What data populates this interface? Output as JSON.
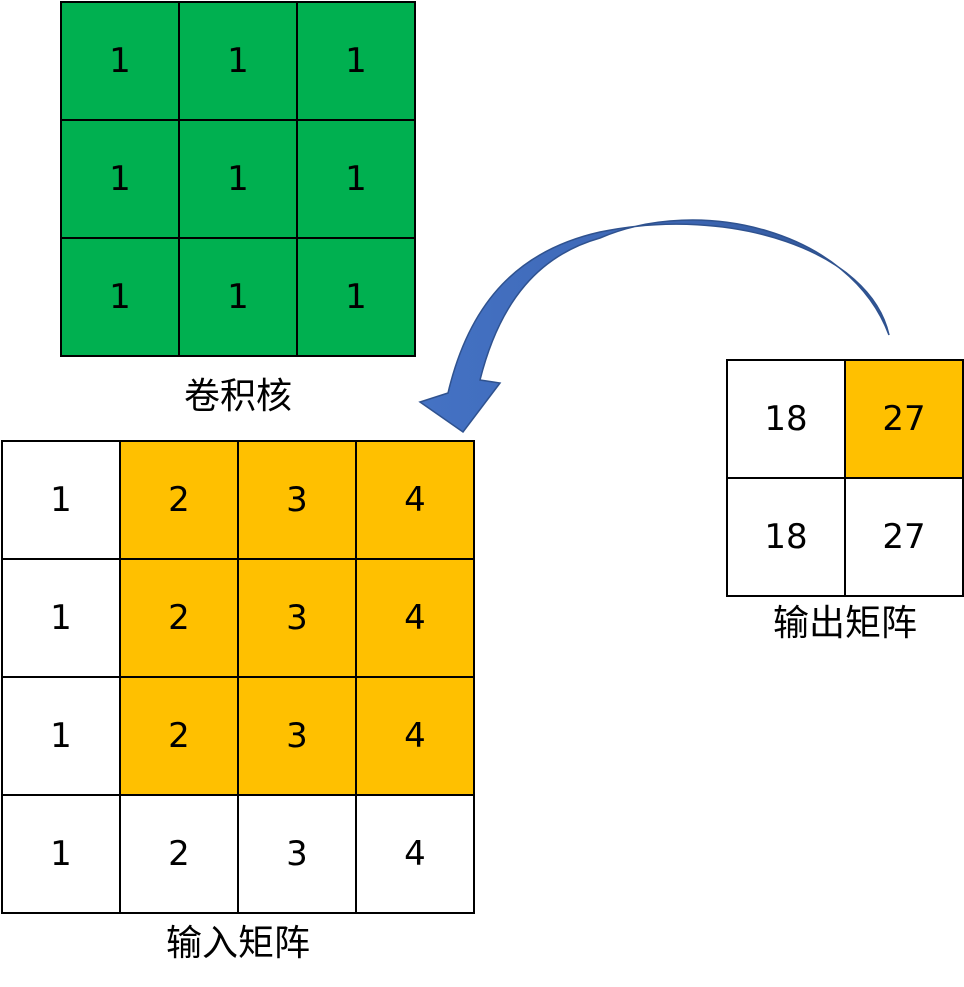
{
  "kernel": {
    "caption": "卷积核",
    "rows": [
      [
        "1",
        "1",
        "1"
      ],
      [
        "1",
        "1",
        "1"
      ],
      [
        "1",
        "1",
        "1"
      ]
    ]
  },
  "input": {
    "caption": "输入矩阵",
    "rows": [
      [
        "1",
        "2",
        "3",
        "4"
      ],
      [
        "1",
        "2",
        "3",
        "4"
      ],
      [
        "1",
        "2",
        "3",
        "4"
      ],
      [
        "1",
        "2",
        "3",
        "4"
      ]
    ],
    "highlight_rows": [
      0,
      1,
      2
    ],
    "highlight_cols": [
      1,
      2,
      3
    ]
  },
  "output": {
    "caption": "输出矩阵",
    "rows": [
      [
        "18",
        "27"
      ],
      [
        "18",
        "27"
      ]
    ],
    "highlight_cell": [
      0,
      1
    ]
  },
  "colors": {
    "kernel_fill": "#00b050",
    "highlight_fill": "#ffc000",
    "arrow_fill": "#4472c4",
    "arrow_dark": "#2f5597"
  }
}
